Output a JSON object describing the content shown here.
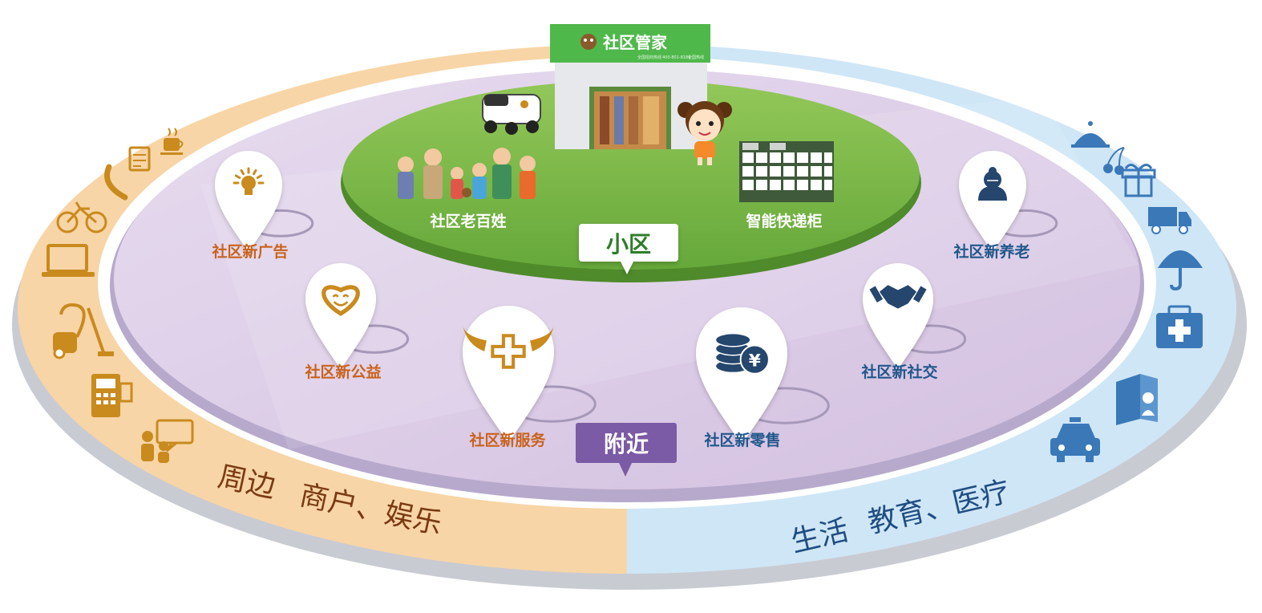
{
  "store": {
    "name": "社区管家",
    "fine_print": [
      "全国招商热线",
      "400-801-8186",
      "全国热线"
    ]
  },
  "center": {
    "label": "小区",
    "residents_label": "社区老百姓",
    "locker_label": "智能快递柜"
  },
  "nearby": {
    "label": "附近"
  },
  "services": [
    {
      "id": "ads",
      "label": "社区新广告",
      "icon": "lightbulb-icon"
    },
    {
      "id": "charity",
      "label": "社区新公益",
      "icon": "heart-smile-icon"
    },
    {
      "id": "service",
      "label": "社区新服务",
      "icon": "winged-cross-icon"
    },
    {
      "id": "retail",
      "label": "社区新零售",
      "icon": "yen-coins-icon"
    },
    {
      "id": "social",
      "label": "社区新社交",
      "icon": "handshake-icon"
    },
    {
      "id": "elderly",
      "label": "社区新养老",
      "icon": "elder-icon"
    }
  ],
  "outer": {
    "left_text_1": "周边",
    "left_text_2": "商户、娱乐",
    "right_text_1": "生活",
    "right_text_2": "教育、医疗"
  },
  "left_icons": [
    "coffee-icon",
    "notepad-icon",
    "phone-icon",
    "bicycle-icon",
    "laptop-icon",
    "vacuum-icon",
    "pos-terminal-icon",
    "customer-chat-icon"
  ],
  "right_icons": [
    "cloche-icon",
    "cherry-icon",
    "gift-icon",
    "truck-icon",
    "umbrella-icon",
    "medical-kit-icon",
    "book-reader-icon",
    "taxi-icon"
  ],
  "colors": {
    "orange_band": "#f8d5a6",
    "blue_band": "#cfe6f6",
    "lavender": "#dccfe6",
    "green": "#76b447",
    "orange_text": "#c9621b",
    "blue_text": "#21578b",
    "gold_icon": "#c98a1e",
    "navy_icon": "#25466d",
    "purple_tag": "#7b5aa6"
  }
}
